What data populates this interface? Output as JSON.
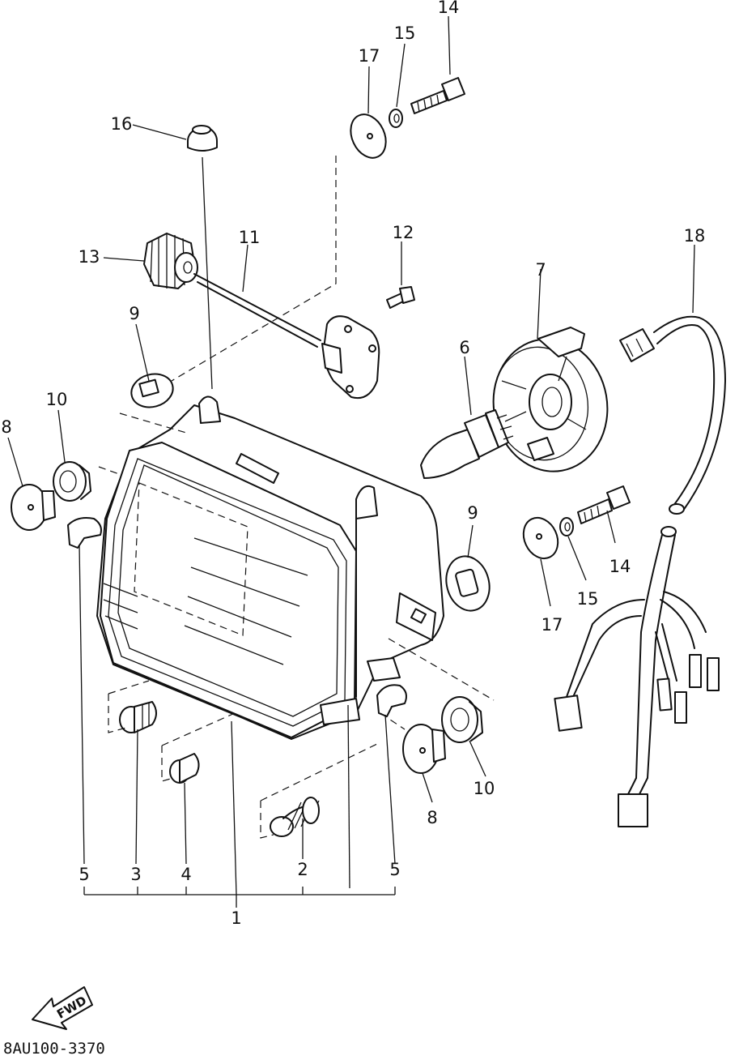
{
  "callouts": [
    {
      "id": "c14a",
      "text": "14"
    },
    {
      "id": "c15a",
      "text": "15"
    },
    {
      "id": "c17a",
      "text": "17"
    },
    {
      "id": "c16",
      "text": "16"
    },
    {
      "id": "c11",
      "text": "11"
    },
    {
      "id": "c12",
      "text": "12"
    },
    {
      "id": "c13",
      "text": "13"
    },
    {
      "id": "c18",
      "text": "18"
    },
    {
      "id": "c7",
      "text": "7"
    },
    {
      "id": "c9a",
      "text": "9"
    },
    {
      "id": "c6",
      "text": "6"
    },
    {
      "id": "c10a",
      "text": "10"
    },
    {
      "id": "c8a",
      "text": "8"
    },
    {
      "id": "c9b",
      "text": "9"
    },
    {
      "id": "c14b",
      "text": "14"
    },
    {
      "id": "c15b",
      "text": "15"
    },
    {
      "id": "c17b",
      "text": "17"
    },
    {
      "id": "c10b",
      "text": "10"
    },
    {
      "id": "c8b",
      "text": "8"
    },
    {
      "id": "c5a",
      "text": "5"
    },
    {
      "id": "c3",
      "text": "3"
    },
    {
      "id": "c4",
      "text": "4"
    },
    {
      "id": "c2",
      "text": "2"
    },
    {
      "id": "c5b",
      "text": "5"
    },
    {
      "id": "c1",
      "text": "1"
    }
  ],
  "direction_label": "FWD",
  "diagram_code": "8AU100-3370"
}
